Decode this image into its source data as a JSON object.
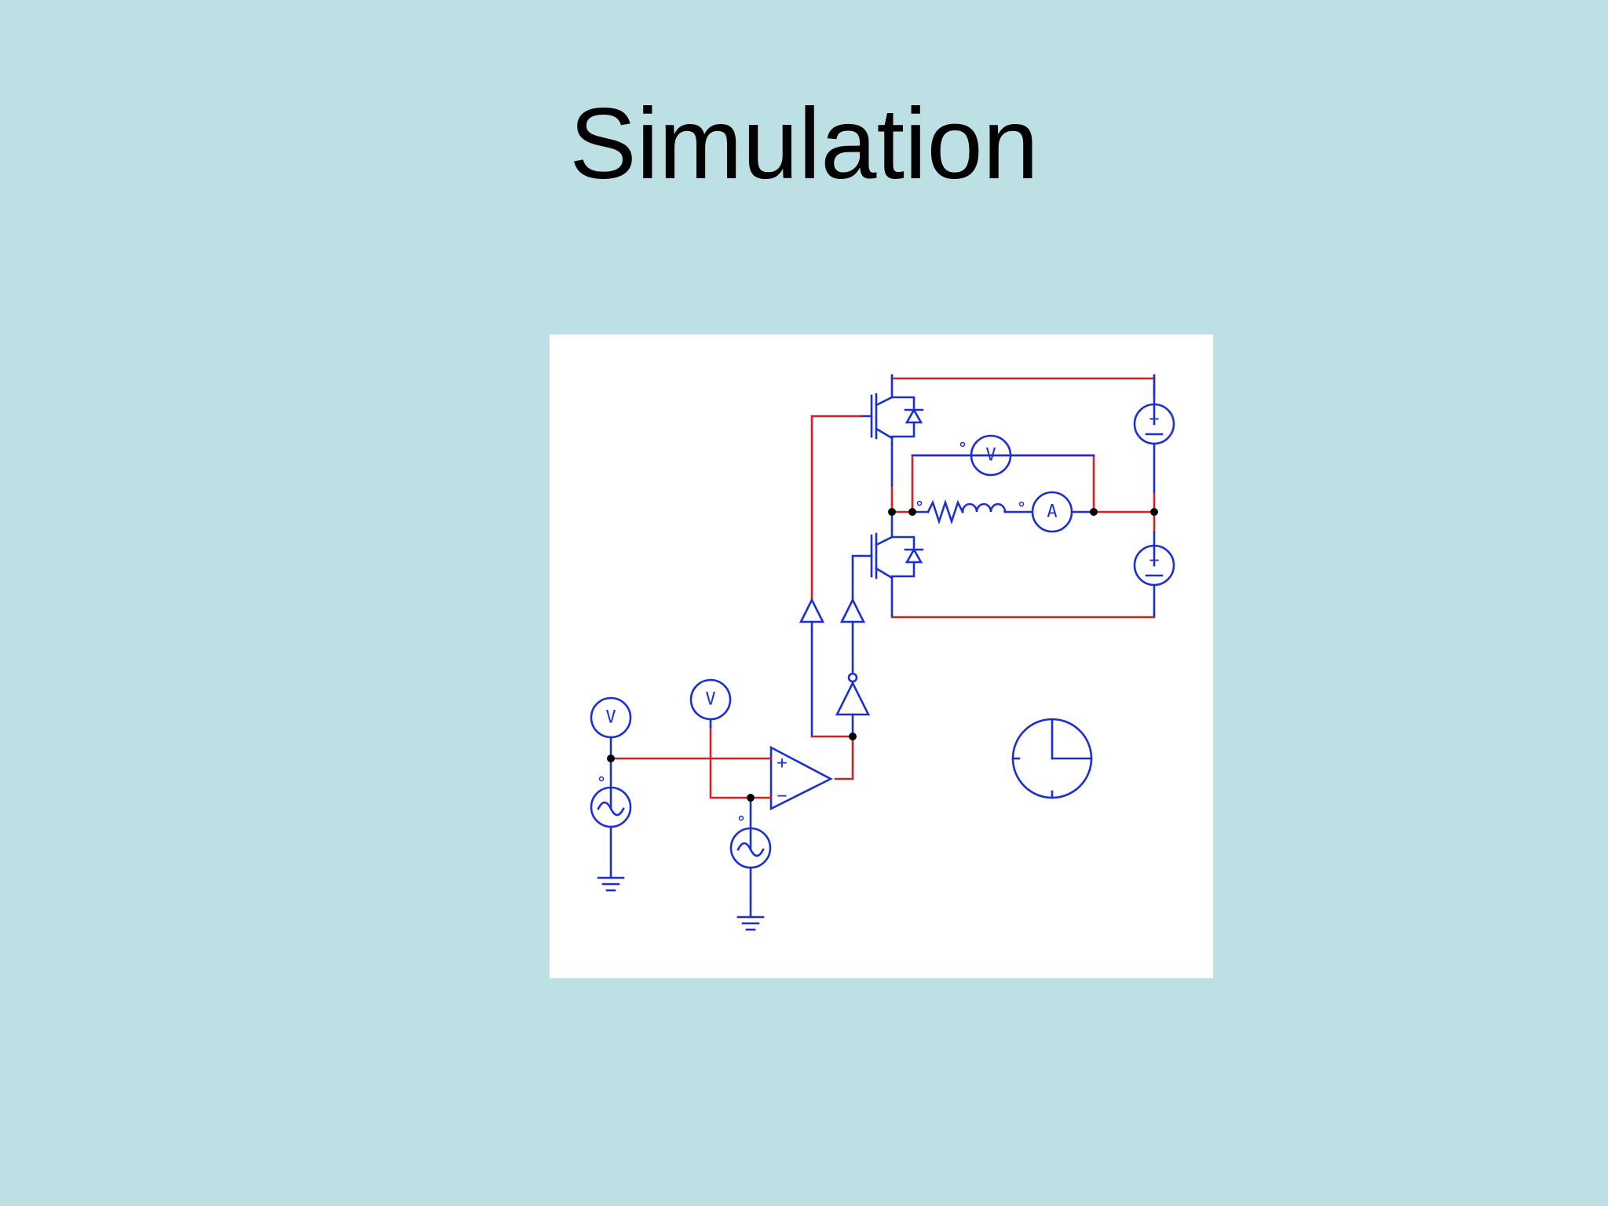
{
  "slide": {
    "title": "Simulation"
  },
  "schematic": {
    "voltmeter_label": "V",
    "ammeter_label": "A",
    "plus_sign": "+",
    "minus_sign": "−",
    "colors": {
      "wire_active": "#d42222",
      "component": "#1c2fd4",
      "junction": "#000000",
      "background": "#bce0e3"
    }
  }
}
